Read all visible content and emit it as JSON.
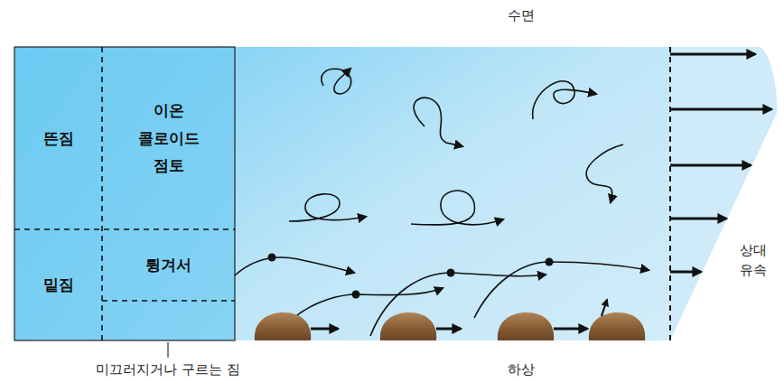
{
  "diagram": {
    "nodes": [
      {
        "text": [
          "뜬짐"
        ]
      },
      {
        "text": [
          "이온 콜로이드 점토"
        ]
      },
      {
        "text": [
          "밑짐"
        ]
      },
      {
        "text": [
          "튕겨서"
        ]
      }
    ],
    "labels": [
      "수면",
      "하상",
      "상대 유속",
      "미끄러지거나 구르는 짐"
    ]
  }
}
